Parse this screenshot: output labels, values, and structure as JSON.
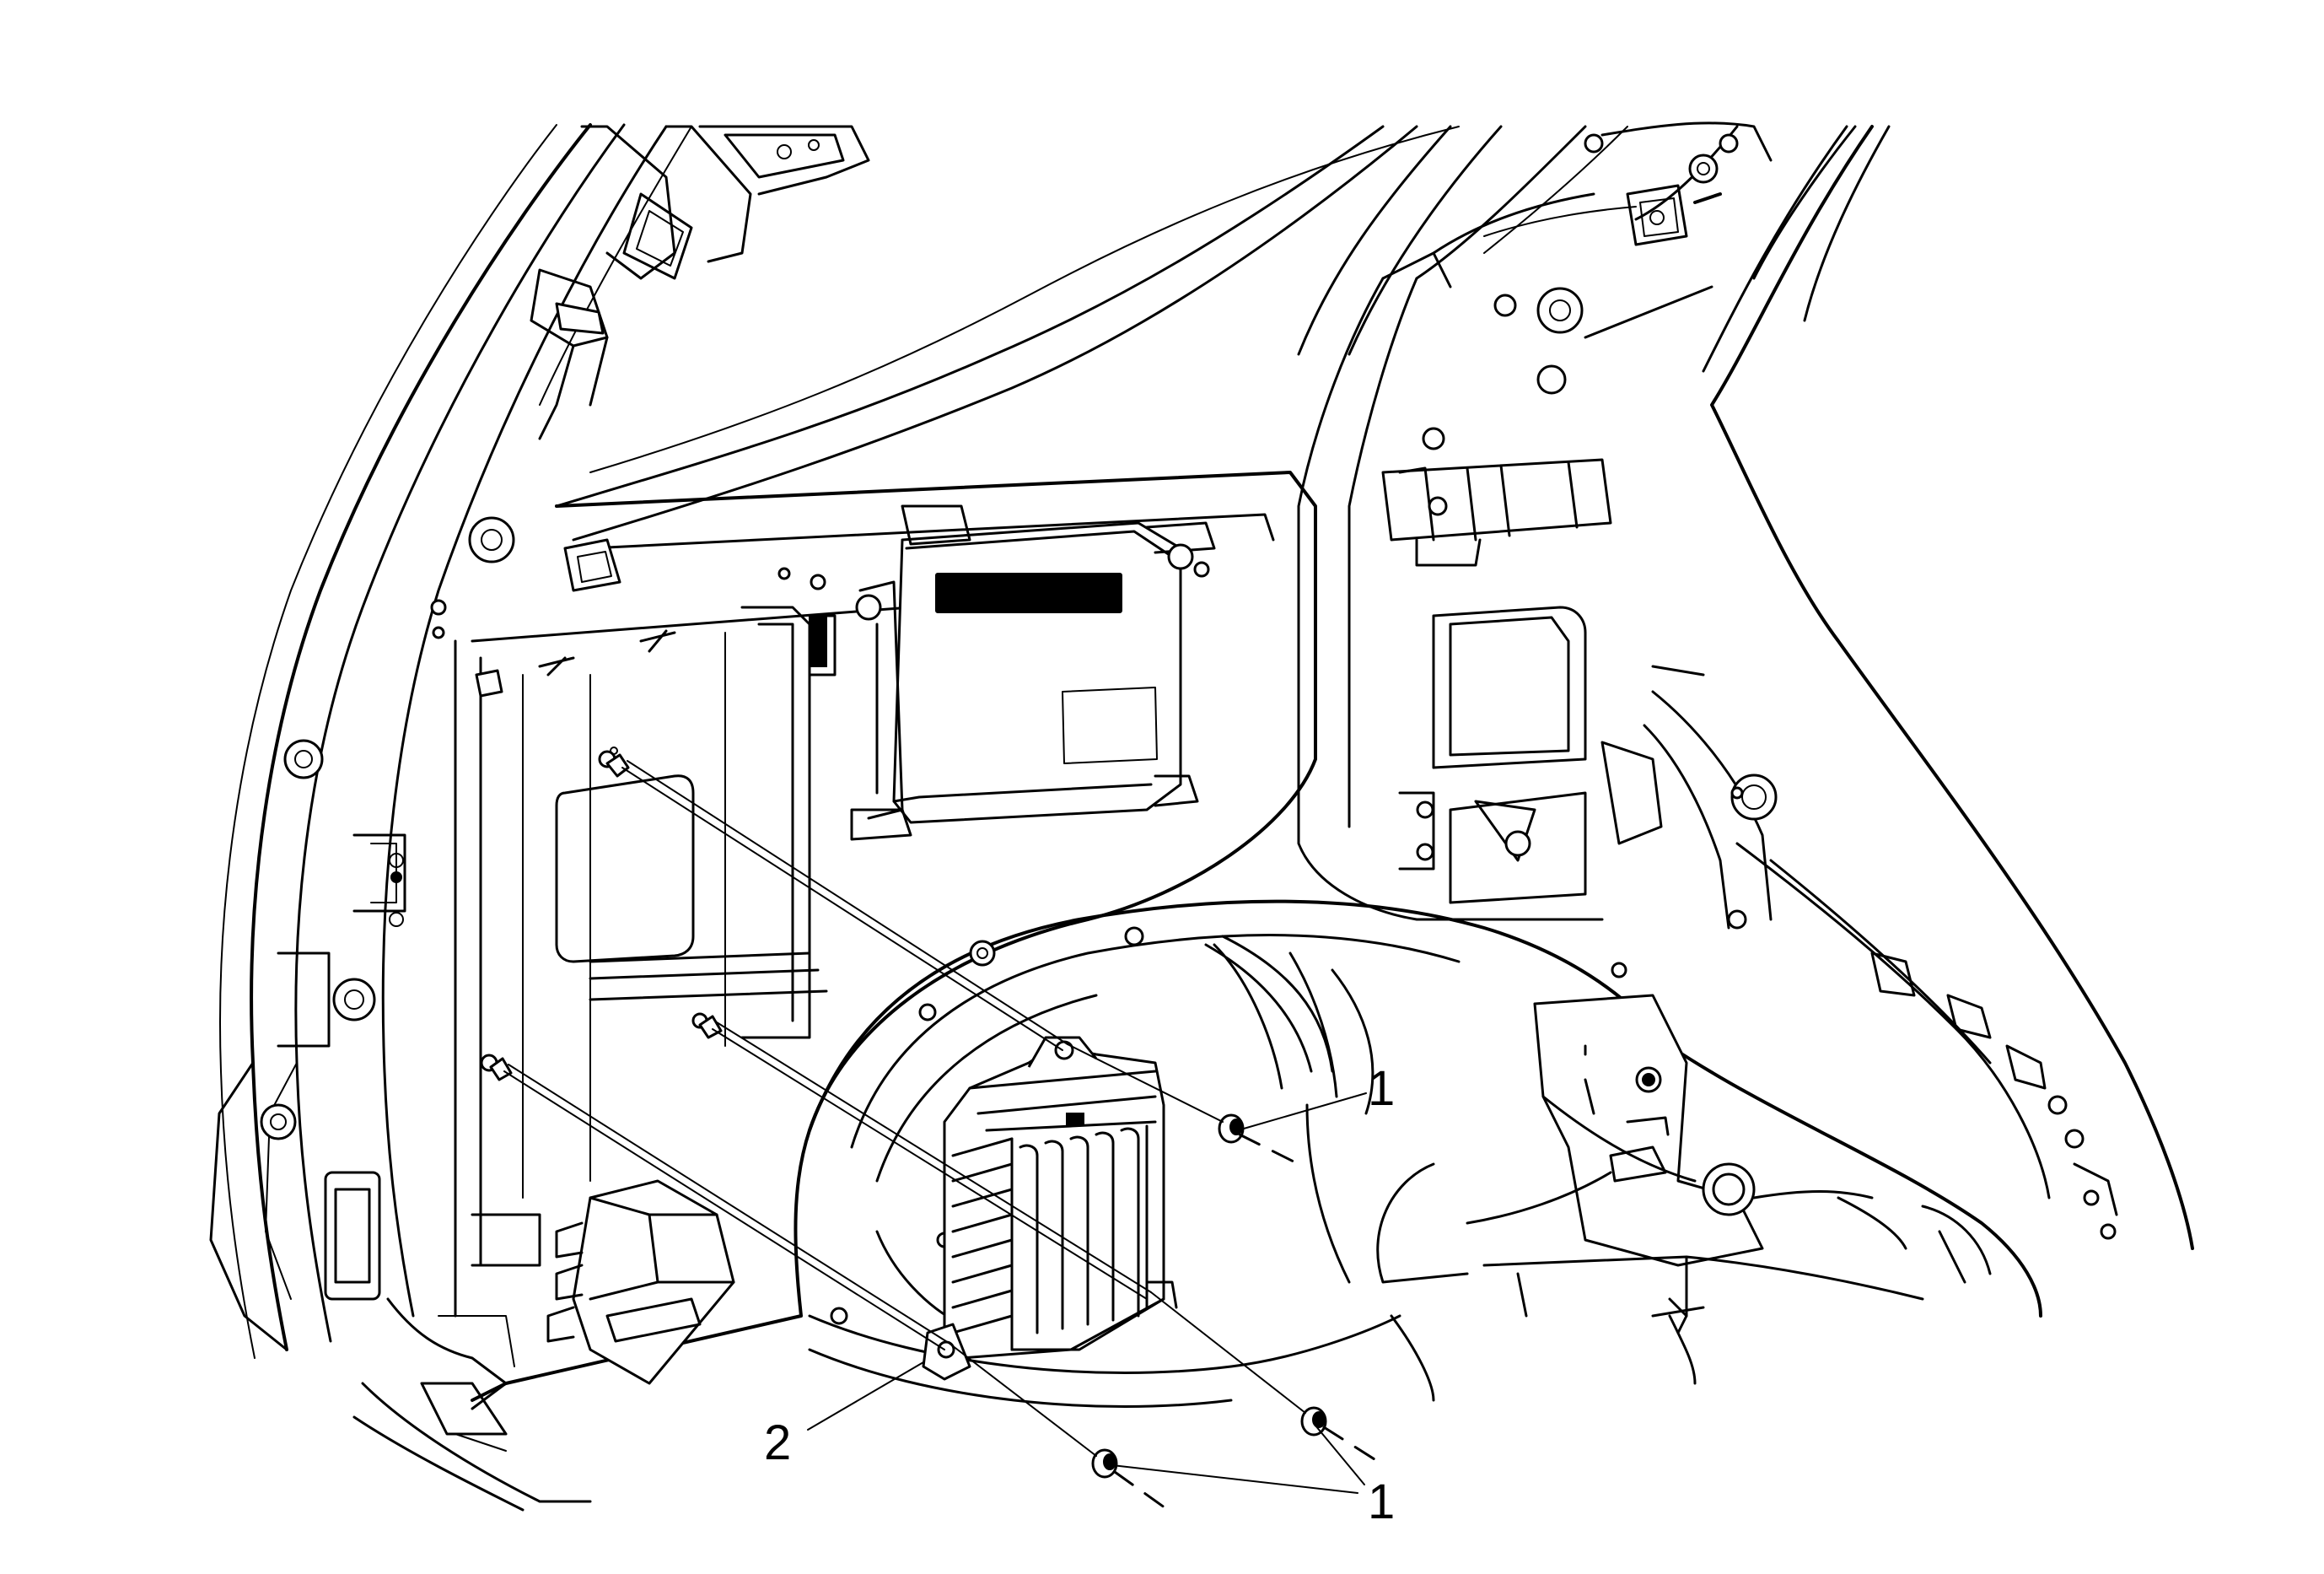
{
  "callouts": {
    "fastener_label_upper": "1",
    "fastener_label_lower": "1",
    "module_label": "2"
  }
}
